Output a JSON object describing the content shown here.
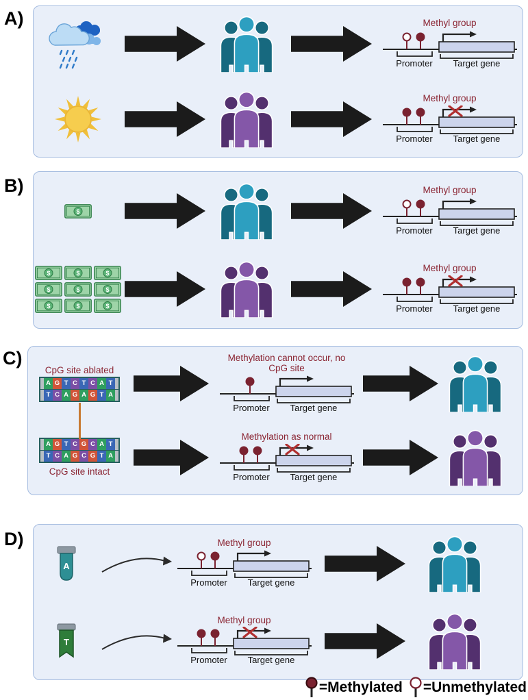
{
  "colors": {
    "panel_bg": "#e9eff9",
    "panel_border": "#a5bce0",
    "maroon_text": "#8a2432",
    "lollipop": "#7a2230",
    "gene_box": "#ccd4ec",
    "arrow": "#1b1b1b",
    "repression_x": "#b03030",
    "dna_connector": "#c87a33",
    "people": {
      "teal": {
        "side": "#17697f",
        "mid": "#2d9fc0"
      },
      "purple": {
        "side": "#53306e",
        "mid": "#8457a8"
      }
    }
  },
  "dna_letter_colors": {
    "A": "#2f9e5f",
    "G": "#d05438",
    "T": "#3a67b5",
    "C": "#7b4fa5"
  },
  "money_symbol": "$",
  "legend": {
    "methylated": "=Methylated",
    "unmethylated": "=Unmethylated"
  },
  "panels": {
    "a": {
      "label": "A)",
      "rows": [
        {
          "gene": {
            "title": "Methyl group",
            "promoter": "Promoter",
            "target": "Target gene",
            "lollipops": [
              "open",
              "filled"
            ],
            "expressed": true
          }
        },
        {
          "gene": {
            "title": "Methyl group",
            "promoter": "Promoter",
            "target": "Target gene",
            "lollipops": [
              "filled",
              "filled"
            ],
            "expressed": false
          }
        }
      ]
    },
    "b": {
      "label": "B)",
      "rows": [
        {
          "gene": {
            "title": "Methyl group",
            "promoter": "Promoter",
            "target": "Target gene",
            "lollipops": [
              "open",
              "filled"
            ],
            "expressed": true
          }
        },
        {
          "gene": {
            "title": "Methyl group",
            "promoter": "Promoter",
            "target": "Target gene",
            "lollipops": [
              "filled",
              "filled"
            ],
            "expressed": false
          }
        }
      ]
    },
    "c": {
      "label": "C)",
      "dna_ablated_label": "CpG site ablated",
      "dna_intact_label": "CpG site intact",
      "dna_ablated": {
        "top": "AGTCTCAT",
        "bottom": "TCAGAGTA"
      },
      "dna_intact": {
        "top": "AGTCGCAT",
        "bottom": "TCAGCGTA"
      },
      "rows": [
        {
          "gene": {
            "title": "Methylation cannot occur, no CpG site",
            "promoter": "Promoter",
            "target": "Target gene",
            "lollipops": [
              "filled"
            ],
            "expressed": true
          }
        },
        {
          "gene": {
            "title": "Methylation as normal",
            "promoter": "Promoter",
            "target": "Target gene",
            "lollipops": [
              "filled",
              "filled"
            ],
            "expressed": false
          }
        }
      ]
    },
    "d": {
      "label": "D)",
      "allele_a": "A",
      "allele_t": "T",
      "rows": [
        {
          "gene": {
            "title": "Methyl group",
            "promoter": "Promoter",
            "target": "Target gene",
            "lollipops": [
              "open",
              "filled"
            ],
            "expressed": true
          }
        },
        {
          "gene": {
            "title": "Methyl group",
            "promoter": "Promoter",
            "target": "Target gene",
            "lollipops": [
              "filled",
              "filled"
            ],
            "expressed": false
          }
        }
      ]
    }
  }
}
